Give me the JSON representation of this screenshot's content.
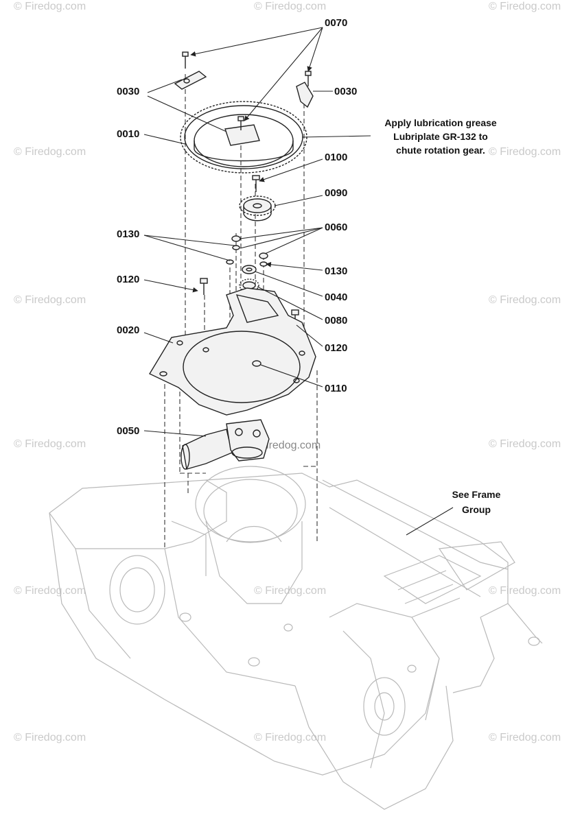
{
  "watermark": {
    "text": "Firedog.com",
    "center_text": "Firedog.com"
  },
  "callouts": {
    "c0070": "0070",
    "c0030_left": "0030",
    "c0030_right": "0030",
    "c0010": "0010",
    "c0100": "0100",
    "c0090": "0090",
    "c0130_left": "0130",
    "c0060": "0060",
    "c0130_right": "0130",
    "c0120_left": "0120",
    "c0040": "0040",
    "c0080": "0080",
    "c0020": "0020",
    "c0120_right": "0120",
    "c0110": "0110",
    "c0050": "0050"
  },
  "notes": {
    "grease_line1": "Apply lubrication grease",
    "grease_line2": "Lubriplate GR-132 to",
    "grease_line3": "chute rotation gear.",
    "frame_line1": "See Frame",
    "frame_line2": "Group"
  },
  "colors": {
    "ink": "#222222",
    "frame_ghost": "#b9b9b9",
    "watermark": "#c9c9c9"
  }
}
